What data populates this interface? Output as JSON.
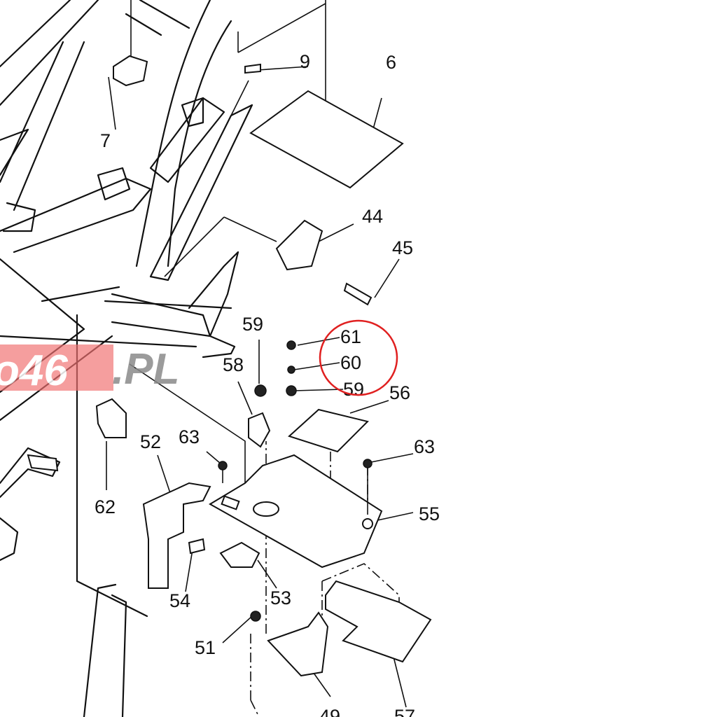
{
  "diagram": {
    "labels": {
      "p9": "9",
      "p6": "6",
      "p7": "7",
      "p44": "44",
      "p45": "45",
      "p59a": "59",
      "p61": "61",
      "p60": "60",
      "p59b": "59",
      "p58": "58",
      "p56": "56",
      "p63a": "63",
      "p63b": "63",
      "p52": "52",
      "p62": "62",
      "p55": "55",
      "p53": "53",
      "p54": "54",
      "p51": "51",
      "p49": "49",
      "p57": "57"
    },
    "watermark": {
      "red_part": "o46",
      "gray_part": ".PL"
    },
    "highlight_color": "#e02020",
    "watermark_red": "#f07070"
  }
}
